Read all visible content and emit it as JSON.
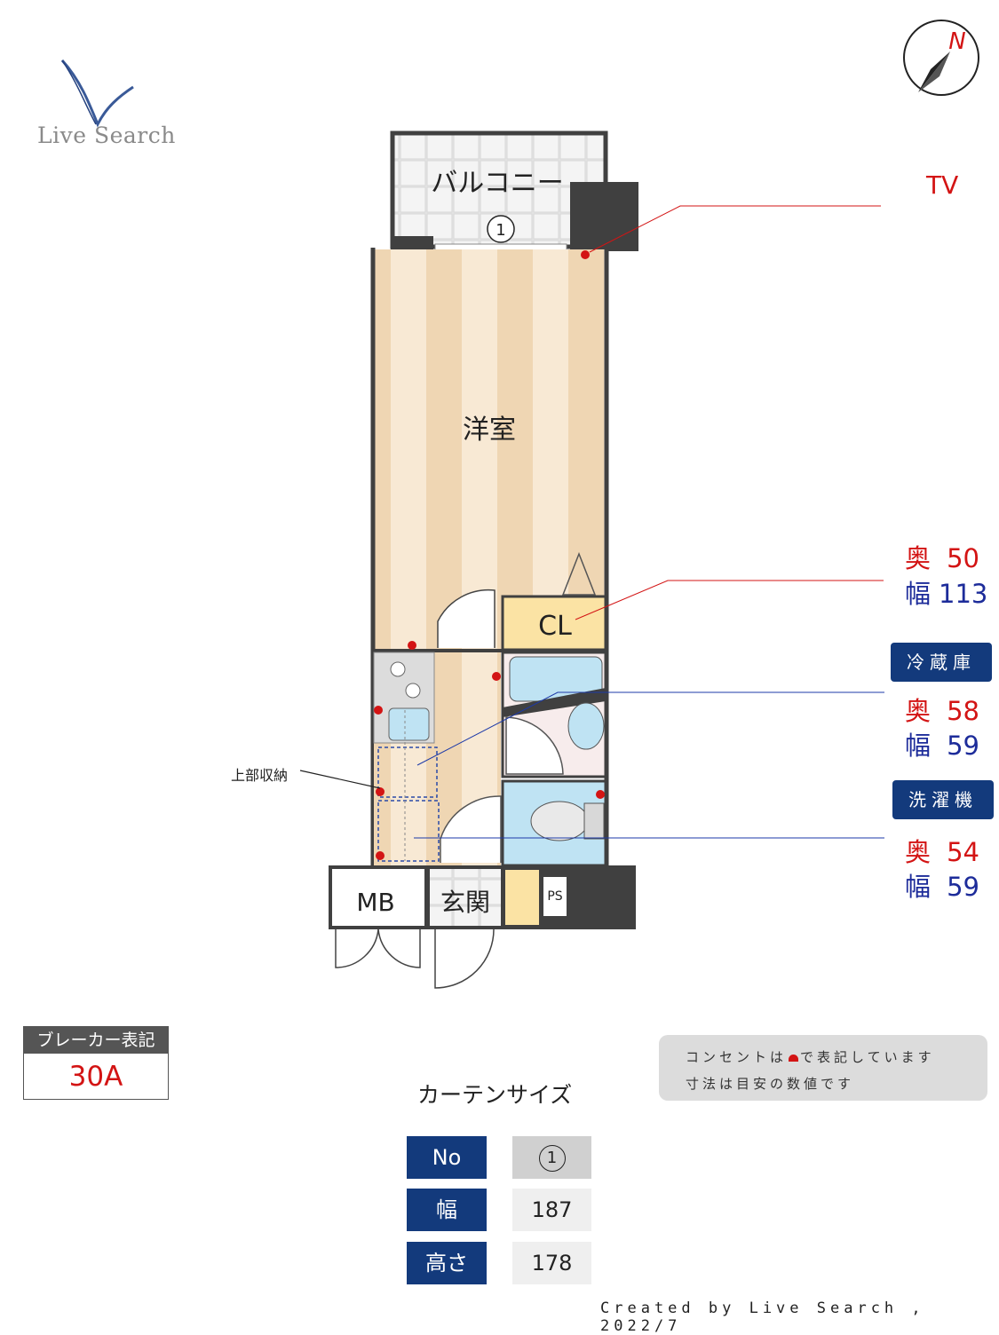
{
  "logo": {
    "text": "Live Search",
    "icon": "v-swoosh-logo"
  },
  "compass": {
    "label": "N",
    "icon": "compass-north-icon"
  },
  "rooms": {
    "balcony": "バルコニー",
    "western_room": "洋室",
    "closet": "CL",
    "mb": "MB",
    "entrance": "玄関",
    "ps": "PS",
    "window_no": "1",
    "upper_storage": "上部収納"
  },
  "annotations": {
    "tv": "TV",
    "closet_depth_label": "奥",
    "closet_depth": "50",
    "closet_width_label": "幅",
    "closet_width": "113",
    "fridge_title": "冷蔵庫",
    "fridge_depth_label": "奥",
    "fridge_depth": "58",
    "fridge_width_label": "幅",
    "fridge_width": "59",
    "washer_title": "洗濯機",
    "washer_depth_label": "奥",
    "washer_depth": "54",
    "washer_width_label": "幅",
    "washer_width": "59"
  },
  "breaker": {
    "title": "ブレーカー表記",
    "value": "30A"
  },
  "notes": {
    "line1_a": "コンセントは",
    "line1_b": "で表記しています",
    "line2": "寸法は目安の数値です"
  },
  "curtain": {
    "title": "カーテンサイズ",
    "rows": [
      {
        "head": "No",
        "value": "1"
      },
      {
        "head": "幅",
        "value": "187"
      },
      {
        "head": "高さ",
        "value": "178"
      }
    ]
  },
  "credit": "Created by Live Search , 2022/7",
  "colors": {
    "wall": "#404040",
    "floor_light": "#f6e5cc",
    "floor_dark": "#efd6b3",
    "outlet": "#d31414",
    "badge_bg": "#133a7c",
    "wet_area": "#cfe9f6",
    "closet": "#fbe3a4"
  }
}
